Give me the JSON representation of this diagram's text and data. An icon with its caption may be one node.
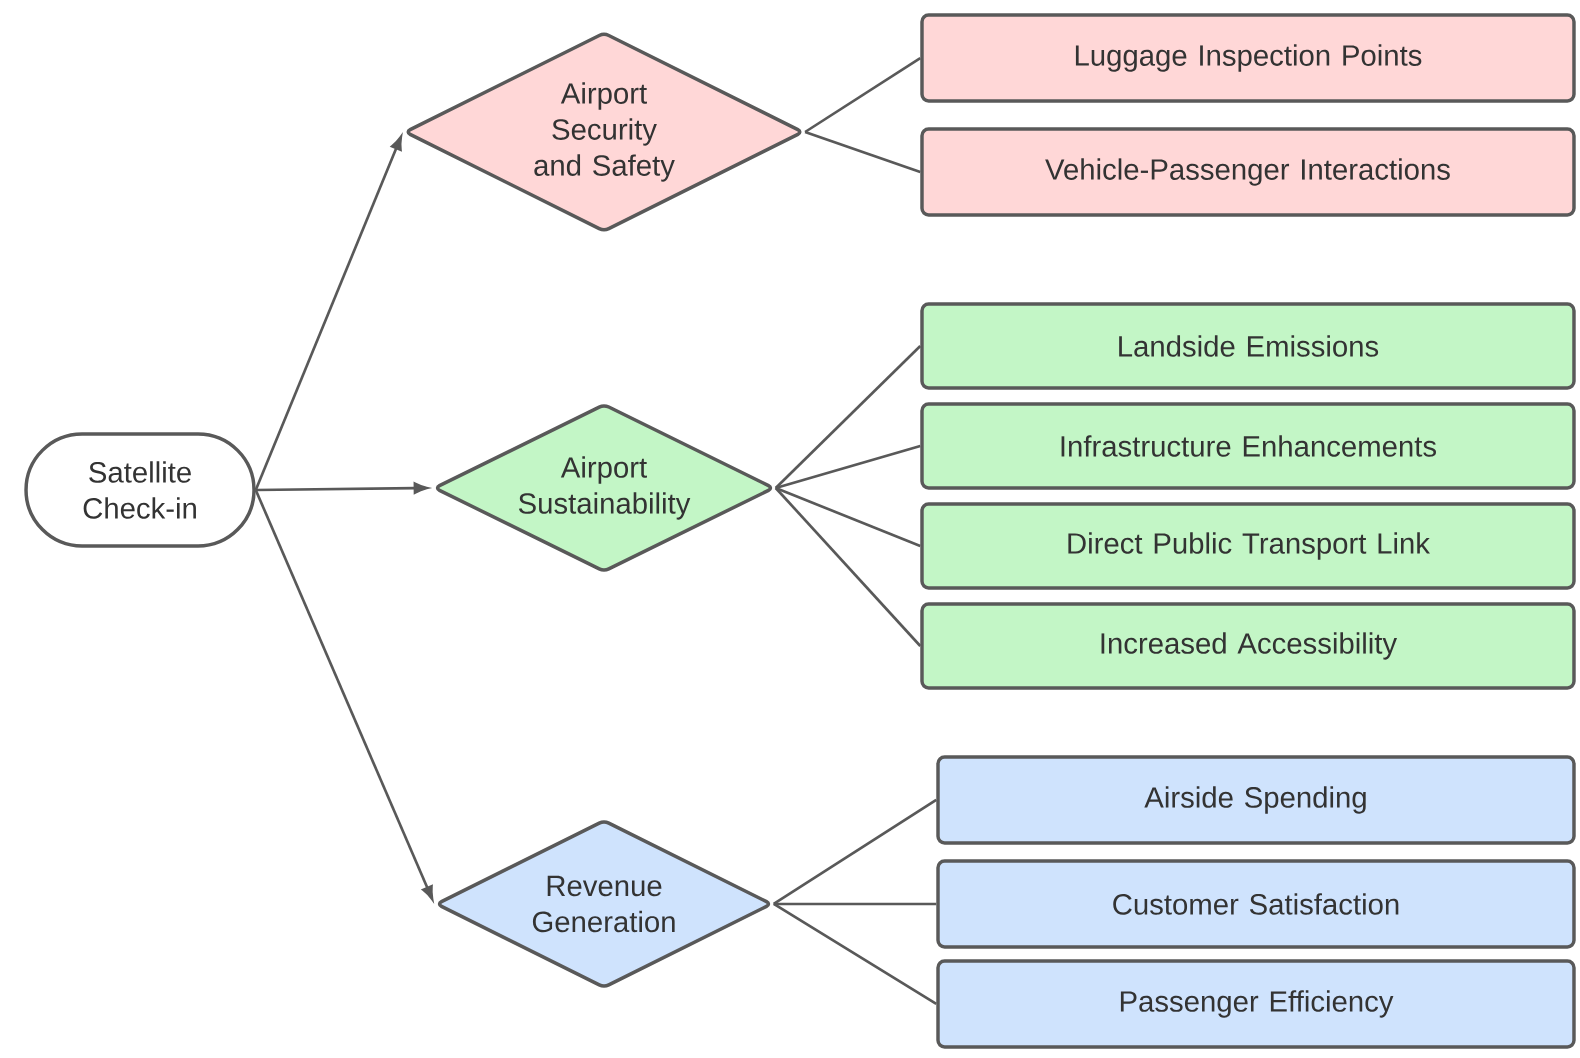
{
  "diagram": {
    "nodes": [
      {
        "text": [
          "Satellite Check-in"
        ]
      },
      {
        "text": [
          "Airport Security and Safety"
        ]
      },
      {
        "text": [
          "Airport Sustainability"
        ]
      },
      {
        "text": [
          "Revenue Generation"
        ]
      },
      {
        "text": [
          "Luggage Inspection Points"
        ]
      },
      {
        "text": [
          "Vehicle-Passenger Interactions"
        ]
      },
      {
        "text": [
          "Landside Emissions"
        ]
      },
      {
        "text": [
          "Infrastructure Enhancements"
        ]
      },
      {
        "text": [
          "Direct Public Transport Link"
        ]
      },
      {
        "text": [
          "Increased Accessibility"
        ]
      },
      {
        "text": [
          "Airside Spending"
        ]
      },
      {
        "text": [
          "Customer Satisfaction"
        ]
      },
      {
        "text": [
          "Passenger Efficiency"
        ]
      }
    ],
    "edges": [
      {
        "from": 0,
        "to": 1,
        "arrow": "to"
      },
      {
        "from": 0,
        "to": 2,
        "arrow": "to"
      },
      {
        "from": 0,
        "to": 3,
        "arrow": "to"
      },
      {
        "from": 1,
        "to": 4,
        "arrow": "none"
      },
      {
        "from": 1,
        "to": 5,
        "arrow": "none"
      },
      {
        "from": 2,
        "to": 6,
        "arrow": "none"
      },
      {
        "from": 2,
        "to": 7,
        "arrow": "none"
      },
      {
        "from": 2,
        "to": 8,
        "arrow": "none"
      },
      {
        "from": 2,
        "to": 9,
        "arrow": "none"
      },
      {
        "from": 3,
        "to": 10,
        "arrow": "none"
      },
      {
        "from": 3,
        "to": 11,
        "arrow": "none"
      },
      {
        "from": 3,
        "to": 12,
        "arrow": "none"
      }
    ]
  }
}
